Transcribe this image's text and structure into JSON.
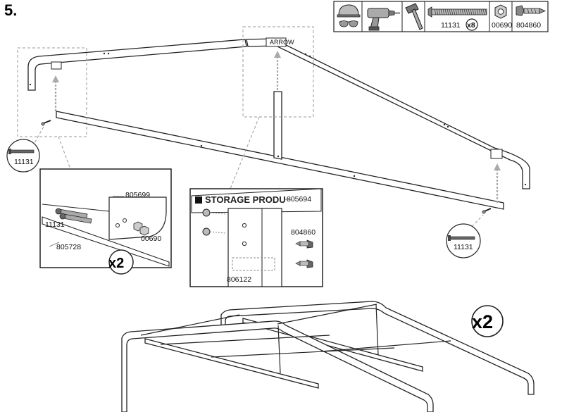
{
  "step": {
    "number": "5."
  },
  "tools": {
    "items": [
      {
        "icon": "safety-glasses-and-hard-hat-icon"
      },
      {
        "icon": "power-drill-icon"
      },
      {
        "icon": "hammer-icon"
      }
    ]
  },
  "parts_header": {
    "screw_code": "11131",
    "screw_qty": "x8",
    "nut_code": "00690",
    "self_tapping_screw_code": "804860"
  },
  "main": {
    "left_bolt_label": "11131",
    "right_bolt_label": "11131",
    "top_brand_mark": "ARROW"
  },
  "detail_left": {
    "bracket_code": "805699",
    "bolt_code": "11131",
    "nut_code": "00690",
    "tube_code": "805728",
    "multiplier": "x2"
  },
  "detail_center": {
    "brand_text": "STORAGE PRODU",
    "bracket_code": "805694",
    "screw_code": "804860",
    "post_code": "806122"
  },
  "bottom": {
    "multiplier": "x2"
  }
}
